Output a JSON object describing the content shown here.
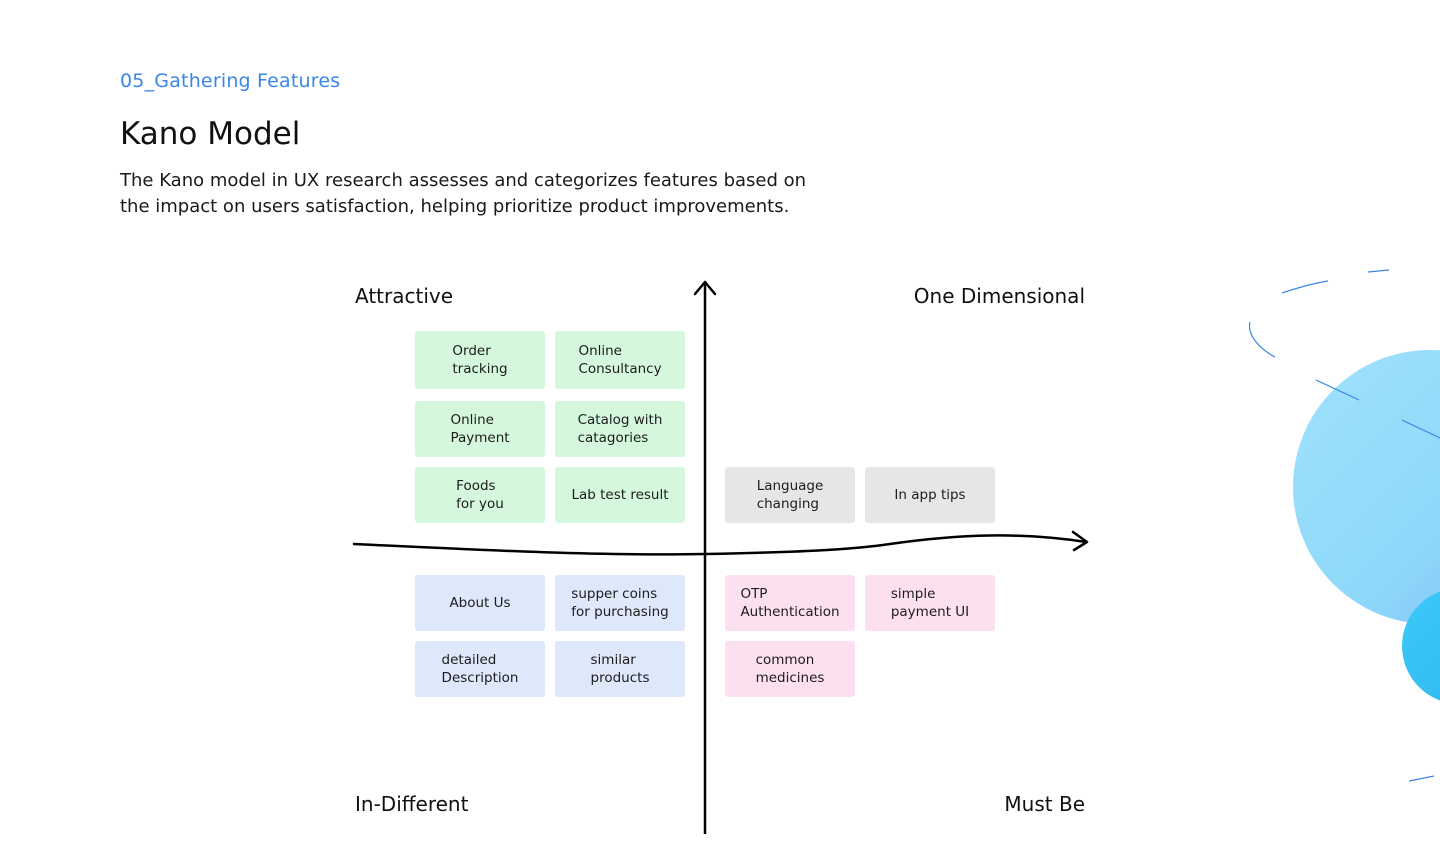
{
  "header": {
    "section": "05_Gathering Features",
    "title": "Kano Model",
    "description": "The Kano model in UX research assesses and categorizes features based on the impact on users satisfaction, helping prioritize product improvements."
  },
  "quadrants": {
    "top_left": "Attractive",
    "top_right": "One Dimensional",
    "bottom_left": "In-Different",
    "bottom_right": "Must Be"
  },
  "cards": {
    "attractive": [
      "Order\ntracking",
      "Online\nConsultancy",
      "Online\nPayment",
      "Catalog with\ncatagories",
      "Foods\nfor you",
      "Lab test result"
    ],
    "one_dimensional": [
      "Language\nchanging",
      "In app tips"
    ],
    "indifferent": [
      "About Us",
      "supper coins\nfor purchasing",
      "detailed\nDescription",
      "similar\nproducts"
    ],
    "must_be": [
      "OTP\nAuthentication",
      "simple\npayment UI",
      "common\nmedicines"
    ]
  },
  "colors": {
    "accent": "#3a86e8",
    "attractive": "#d5f8dc",
    "one_dimensional": "#e6e6e6",
    "indifferent": "#dde8fb",
    "must_be": "#fde0ef"
  }
}
